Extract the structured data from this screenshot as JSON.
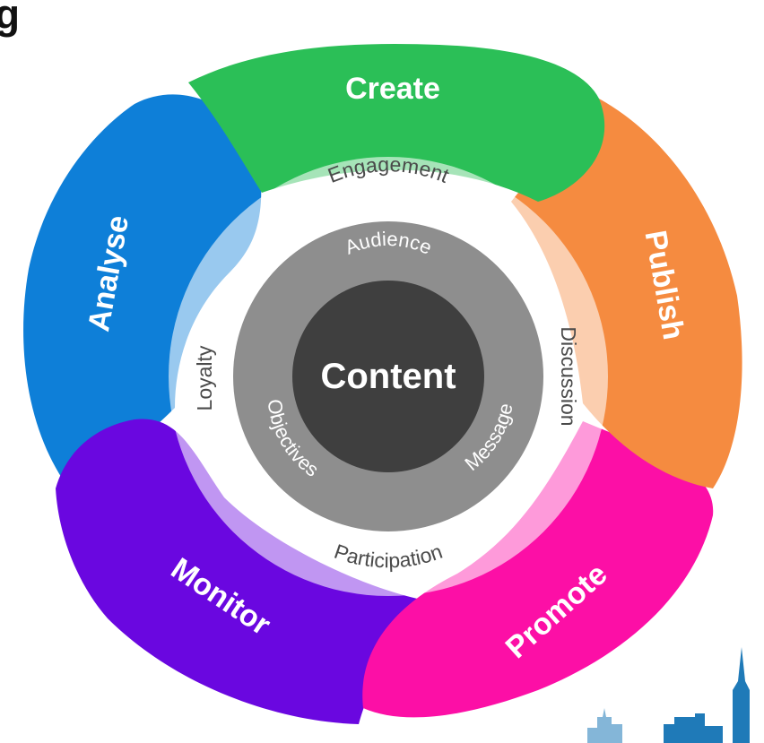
{
  "corner_fragment": "g",
  "petals": {
    "create": {
      "label": "Create",
      "color": "#2bbf57"
    },
    "publish": {
      "label": "Publish",
      "color": "#f58b40"
    },
    "promote": {
      "label": "Promote",
      "color": "#fc0fa6"
    },
    "monitor": {
      "label": "Monitor",
      "color": "#6a07e0"
    },
    "analyse": {
      "label": "Analyse",
      "color": "#0e7fd8"
    }
  },
  "outer_ring": {
    "engagement": "Engagement",
    "discussion": "Discussion",
    "participation": "Participation",
    "loyalty": "Loyalty"
  },
  "inner_ring": {
    "audience": "Audience",
    "message": "Message",
    "objectives": "Objectives"
  },
  "center": {
    "label": "Content",
    "color": "#3f3f3f"
  },
  "ring_colors": {
    "outer": "#e3d9e6",
    "inner": "#8e8e8e"
  },
  "skyline_color": "#1f7ab8"
}
